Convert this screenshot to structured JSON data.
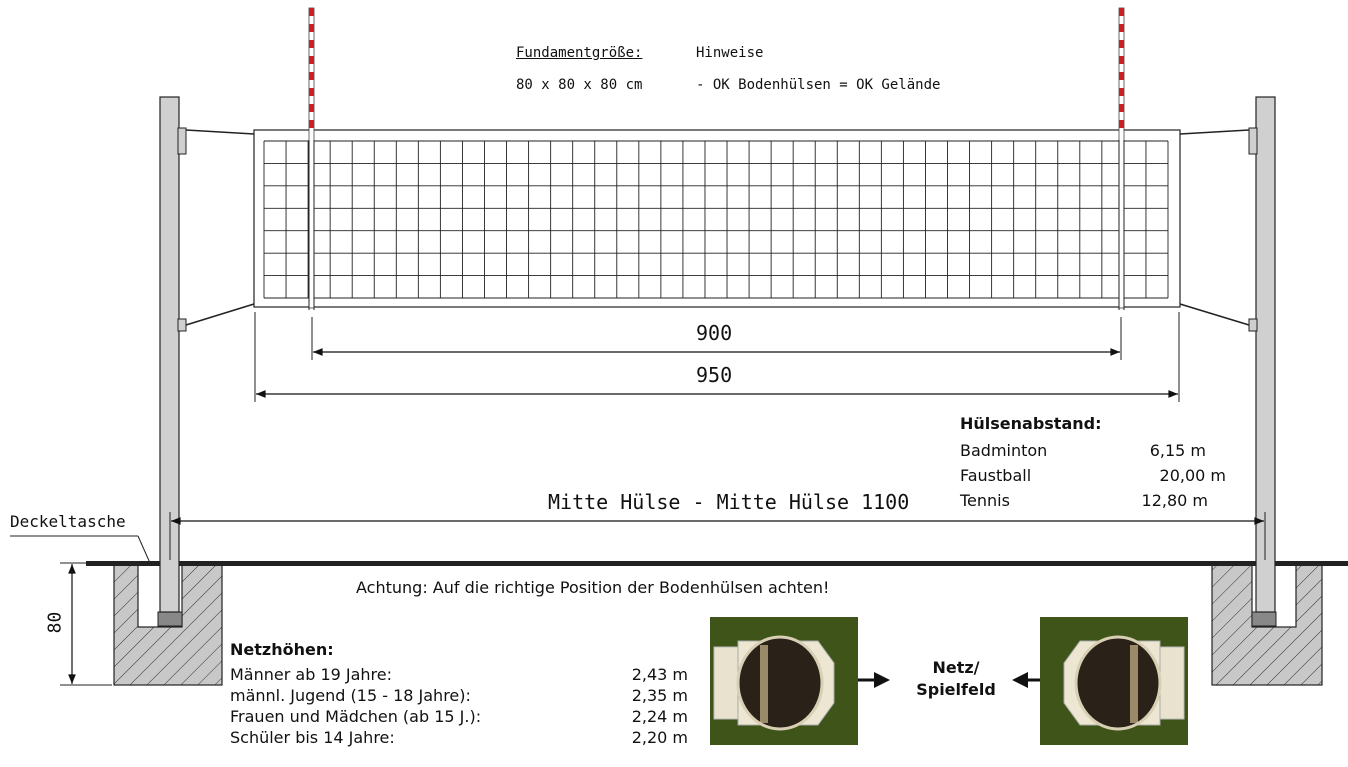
{
  "header": {
    "foundation_label": "Fundamentgröße:",
    "foundation_value": "80 x 80 x 80 cm",
    "notes_label": "Hinweise",
    "notes_value": "- OK Bodenhülsen = OK Gelände"
  },
  "dimensions": {
    "d900": "900",
    "d950": "950",
    "center": "Mitte Hülse - Mitte Hülse 1100",
    "depth": "80"
  },
  "labels": {
    "deckeltasche": "Deckeltasche",
    "warning": "Achtung: Auf die richtige Position der Bodenhülsen achten!",
    "direction": "Netz/\nSpielfeld"
  },
  "sleeve_spacing": {
    "title": "Hülsenabstand:",
    "rows": [
      {
        "sport": "Badminton",
        "value": "6,15 m"
      },
      {
        "sport": "Faustball",
        "value": "20,00 m"
      },
      {
        "sport": "Tennis",
        "value": "12,80 m"
      }
    ]
  },
  "net_heights": {
    "title": "Netzhöhen:",
    "rows": [
      {
        "group": "Männer ab 19 Jahre:",
        "value": "2,43 m"
      },
      {
        "group": "männl. Jugend (15 - 18 Jahre):",
        "value": "2,35 m"
      },
      {
        "group": "Frauen und Mädchen (ab 15 J.):",
        "value": "2,24 m"
      },
      {
        "group": "Schüler bis 14 Jahre:",
        "value": "2,20 m"
      }
    ]
  },
  "colors": {
    "post": "#d0d0d0",
    "concrete": "#c8c8c8",
    "antenna_red": "#cc2020",
    "ground": "#222222",
    "grass": "#3e5418"
  }
}
